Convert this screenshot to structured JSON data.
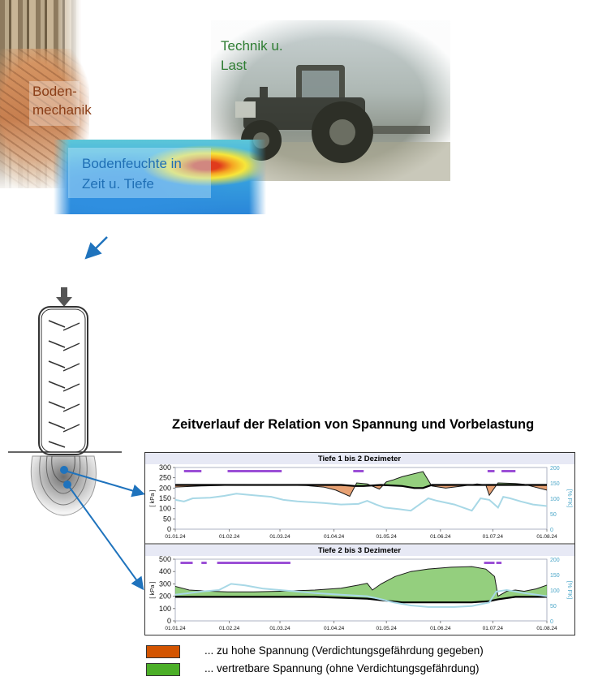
{
  "collage": {
    "soil_mechanics_label": "Boden-\nmechanik",
    "technology_label": "Technik u.\nLast",
    "moisture_label": "Bodenfeuchte in\nZeit u. Tiefe"
  },
  "colors": {
    "soil_text": "#8b3e17",
    "technology_text": "#2e7d32",
    "moisture_text": "#1f6fb5",
    "arrow": "#1f73bd",
    "excess_stress": "#d35400",
    "acceptable_stress": "#4caf28",
    "moisture_line": "#a8d8e6",
    "bar_marker": "#9b4fd6"
  },
  "figure_title": "Zeitverlauf der Relation von Spannung und Vorbelastung",
  "legend": {
    "excess_label": "... zu hohe Spannung (Verdichtungsgefährdung gegeben)",
    "acceptable_label": "... vertretbare Spannung (ohne Verdichtungsgefährdung)"
  },
  "chart_data": [
    {
      "type": "area",
      "title": "Tiefe 1 bis 2 Dezimeter",
      "ylabel": "[ kPa ]",
      "y2label": "[% FK]",
      "ylim": [
        0,
        300
      ],
      "y2lim": [
        0,
        200
      ],
      "yticks": [
        0,
        50,
        100,
        150,
        200,
        250,
        300
      ],
      "y2ticks": [
        0,
        50,
        100,
        150,
        200
      ],
      "x_tick_labels": [
        "01.01.24",
        "01.02.24",
        "01.03.24",
        "01.04.24",
        "01.05.24",
        "01.06.24",
        "01.07.24",
        "01.08.24"
      ],
      "x_tick_days": [
        0,
        31,
        60,
        91,
        121,
        152,
        182,
        213
      ],
      "stress_kPa": [
        [
          0,
          205
        ],
        [
          15,
          210
        ],
        [
          25,
          212
        ],
        [
          35,
          215
        ],
        [
          45,
          216
        ],
        [
          60,
          215
        ],
        [
          75,
          212
        ],
        [
          85,
          205
        ],
        [
          92,
          190
        ],
        [
          100,
          160
        ],
        [
          104,
          225
        ],
        [
          110,
          220
        ],
        [
          117,
          195
        ],
        [
          121,
          230
        ],
        [
          125,
          240
        ],
        [
          130,
          255
        ],
        [
          137,
          270
        ],
        [
          142,
          280
        ],
        [
          147,
          210
        ],
        [
          155,
          200
        ],
        [
          165,
          210
        ],
        [
          173,
          220
        ],
        [
          178,
          215
        ],
        [
          180,
          165
        ],
        [
          185,
          225
        ],
        [
          195,
          222
        ],
        [
          200,
          218
        ],
        [
          206,
          205
        ],
        [
          213,
          190
        ]
      ],
      "preload_kPa": [
        [
          0,
          215
        ],
        [
          30,
          215
        ],
        [
          60,
          215
        ],
        [
          80,
          215
        ],
        [
          95,
          215
        ],
        [
          103,
          210
        ],
        [
          108,
          210
        ],
        [
          118,
          215
        ],
        [
          130,
          210
        ],
        [
          137,
          200
        ],
        [
          142,
          200
        ],
        [
          147,
          215
        ],
        [
          165,
          215
        ],
        [
          180,
          215
        ],
        [
          200,
          215
        ],
        [
          213,
          215
        ]
      ],
      "moisture_pctFK": [
        [
          0,
          95
        ],
        [
          5,
          90
        ],
        [
          10,
          100
        ],
        [
          20,
          102
        ],
        [
          28,
          108
        ],
        [
          35,
          115
        ],
        [
          45,
          110
        ],
        [
          55,
          105
        ],
        [
          62,
          95
        ],
        [
          70,
          90
        ],
        [
          85,
          85
        ],
        [
          95,
          80
        ],
        [
          105,
          82
        ],
        [
          110,
          92
        ],
        [
          115,
          80
        ],
        [
          120,
          70
        ],
        [
          128,
          65
        ],
        [
          135,
          60
        ],
        [
          140,
          80
        ],
        [
          145,
          100
        ],
        [
          150,
          92
        ],
        [
          160,
          80
        ],
        [
          165,
          70
        ],
        [
          170,
          60
        ],
        [
          175,
          100
        ],
        [
          180,
          95
        ],
        [
          185,
          70
        ],
        [
          188,
          105
        ],
        [
          192,
          100
        ],
        [
          198,
          90
        ],
        [
          205,
          80
        ],
        [
          213,
          75
        ]
      ],
      "marker_bars": [
        [
          5,
          15
        ],
        [
          30,
          61
        ],
        [
          102,
          108
        ],
        [
          179,
          183
        ],
        [
          187,
          195
        ]
      ]
    },
    {
      "type": "area",
      "title": "Tiefe 2 bis 3 Dezimeter",
      "ylabel": "[ kPa ]",
      "y2label": "[% FK]",
      "ylim": [
        0,
        500
      ],
      "y2lim": [
        0,
        200
      ],
      "yticks": [
        0,
        100,
        200,
        300,
        400,
        500
      ],
      "y2ticks": [
        0,
        50,
        100,
        150,
        200
      ],
      "x_tick_labels": [
        "01.01.24",
        "01.02.24",
        "01.03.24",
        "01.04.24",
        "01.05.24",
        "01.06.24",
        "01.07.24",
        "01.08.24"
      ],
      "x_tick_days": [
        0,
        31,
        60,
        91,
        121,
        152,
        182,
        213
      ],
      "stress_kPa": [
        [
          0,
          280
        ],
        [
          8,
          250
        ],
        [
          20,
          240
        ],
        [
          30,
          235
        ],
        [
          45,
          235
        ],
        [
          60,
          240
        ],
        [
          70,
          245
        ],
        [
          80,
          250
        ],
        [
          95,
          265
        ],
        [
          105,
          290
        ],
        [
          110,
          305
        ],
        [
          113,
          250
        ],
        [
          118,
          300
        ],
        [
          126,
          360
        ],
        [
          135,
          400
        ],
        [
          145,
          420
        ],
        [
          158,
          435
        ],
        [
          170,
          440
        ],
        [
          178,
          420
        ],
        [
          183,
          360
        ],
        [
          185,
          200
        ],
        [
          190,
          240
        ],
        [
          195,
          250
        ],
        [
          200,
          240
        ],
        [
          207,
          260
        ],
        [
          213,
          290
        ]
      ],
      "preload_kPa": [
        [
          0,
          195
        ],
        [
          20,
          195
        ],
        [
          40,
          195
        ],
        [
          60,
          195
        ],
        [
          80,
          195
        ],
        [
          100,
          185
        ],
        [
          110,
          180
        ],
        [
          120,
          165
        ],
        [
          130,
          150
        ],
        [
          140,
          150
        ],
        [
          150,
          150
        ],
        [
          160,
          150
        ],
        [
          170,
          150
        ],
        [
          180,
          160
        ],
        [
          185,
          175
        ],
        [
          195,
          195
        ],
        [
          205,
          195
        ],
        [
          213,
          195
        ]
      ],
      "moisture_pctFK": [
        [
          0,
          85
        ],
        [
          8,
          90
        ],
        [
          15,
          95
        ],
        [
          25,
          100
        ],
        [
          32,
          120
        ],
        [
          40,
          115
        ],
        [
          50,
          105
        ],
        [
          60,
          100
        ],
        [
          70,
          95
        ],
        [
          80,
          90
        ],
        [
          95,
          85
        ],
        [
          110,
          80
        ],
        [
          118,
          70
        ],
        [
          125,
          60
        ],
        [
          135,
          50
        ],
        [
          145,
          45
        ],
        [
          160,
          45
        ],
        [
          170,
          48
        ],
        [
          180,
          60
        ],
        [
          184,
          95
        ],
        [
          190,
          100
        ],
        [
          200,
          90
        ],
        [
          207,
          85
        ],
        [
          213,
          80
        ]
      ],
      "marker_bars": [
        [
          3,
          10
        ],
        [
          15,
          18
        ],
        [
          24,
          66
        ],
        [
          177,
          183
        ],
        [
          184,
          187
        ]
      ]
    }
  ]
}
